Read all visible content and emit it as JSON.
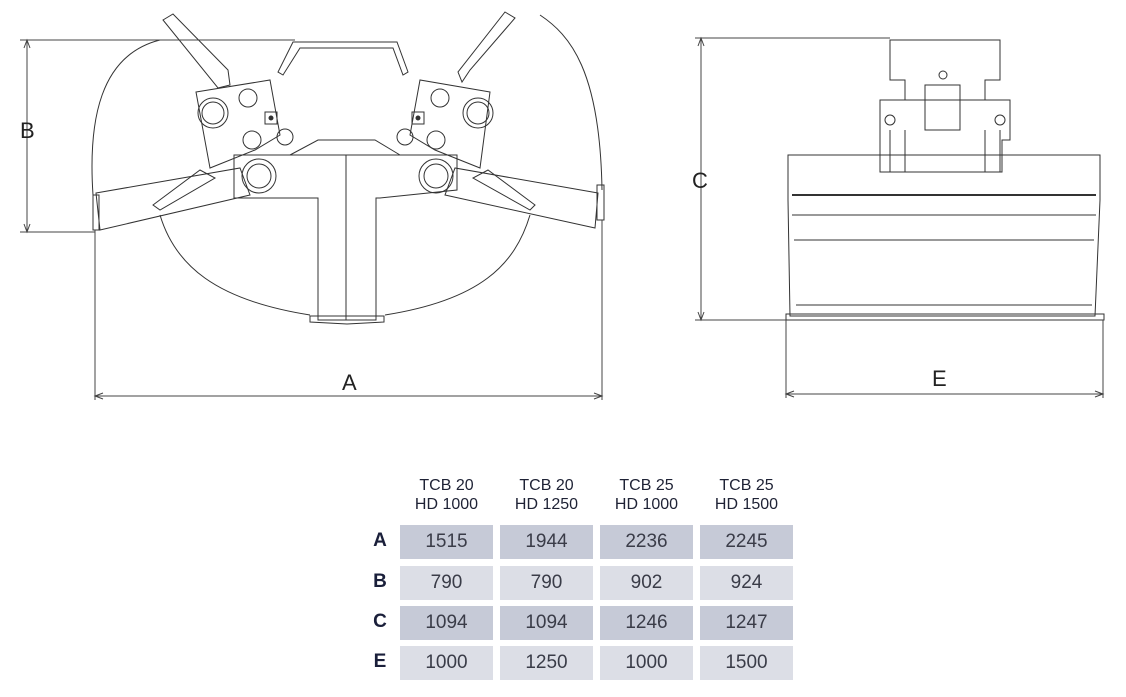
{
  "dimension_labels": {
    "A": "A",
    "B": "B",
    "C": "C",
    "E": "E"
  },
  "table": {
    "columns": [
      {
        "line1": "TCB 20",
        "line2": "HD 1000"
      },
      {
        "line1": "TCB 20",
        "line2": "HD 1250"
      },
      {
        "line1": "TCB 25",
        "line2": "HD 1000"
      },
      {
        "line1": "TCB 25",
        "line2": "HD 1500"
      }
    ],
    "rows": [
      {
        "label": "A",
        "values": [
          "1515",
          "1944",
          "2236",
          "2245"
        ]
      },
      {
        "label": "B",
        "values": [
          "790",
          "790",
          "902",
          "924"
        ]
      },
      {
        "label": "C",
        "values": [
          "1094",
          "1094",
          "1246",
          "1247"
        ]
      },
      {
        "label": "E",
        "values": [
          "1000",
          "1250",
          "1000",
          "1500"
        ]
      }
    ]
  },
  "colors": {
    "row_dark": "#c6cad7",
    "row_light": "#dcdee6",
    "label": "#1a1f3a"
  }
}
